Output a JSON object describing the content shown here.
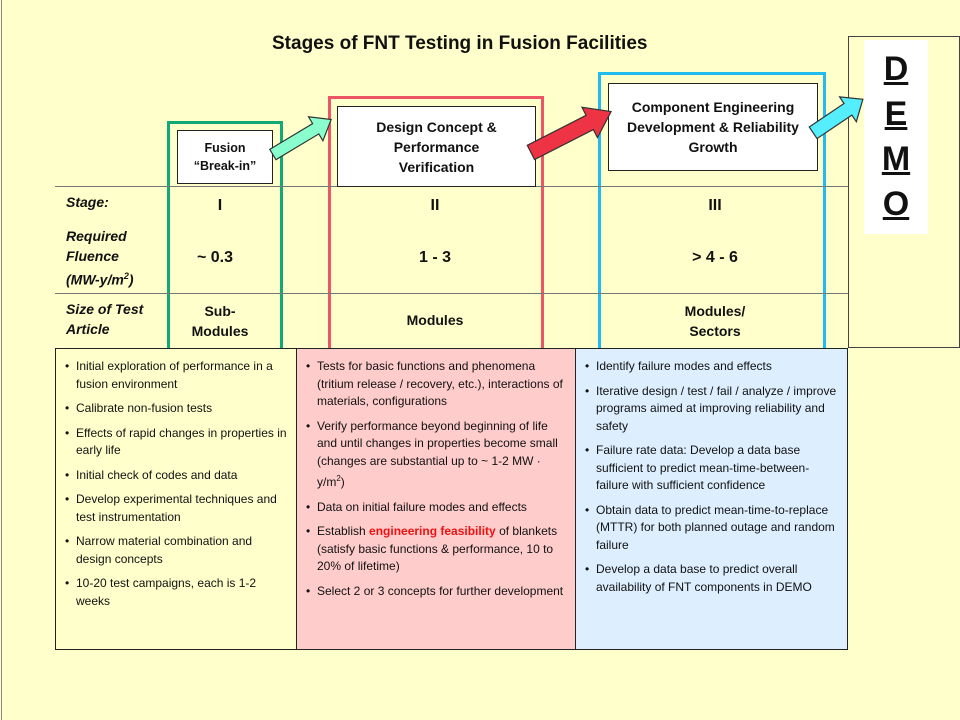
{
  "title": "Stages of FNT Testing in Fusion Facilities",
  "colors": {
    "background": "#ffffcc",
    "stage1_outline": "#11aa77",
    "stage2_outline": "#ee5566",
    "stage3_outline": "#22bbee",
    "panel1_fill": "#ffffcc",
    "panel2_fill": "#ffcccc",
    "panel3_fill": "#ddeeff",
    "arrow_green": "#88ffcc",
    "arrow_red": "#ee3344",
    "arrow_cyan": "#55eeff",
    "highlight_red": "#ee1111"
  },
  "stages": [
    {
      "box_lines": [
        "Fusion",
        "“Break-in”"
      ],
      "stage": "I",
      "fluence": "~ 0.3",
      "size_lines": [
        "Sub-",
        "Modules"
      ]
    },
    {
      "box_lines": [
        "Design Concept &",
        "Performance",
        "Verification"
      ],
      "stage": "II",
      "fluence": "1 - 3",
      "size_lines": [
        "Modules"
      ]
    },
    {
      "box_lines": [
        "Component Engineering",
        "Development & Reliability",
        "Growth"
      ],
      "stage": "III",
      "fluence": "> 4 - 6",
      "size_lines": [
        "Modules/",
        "Sectors"
      ]
    }
  ],
  "demo_letters": [
    "D",
    "E",
    "M",
    "O"
  ],
  "row_labels": {
    "stage": "Stage:",
    "fluence_lines": [
      "Required",
      "Fluence"
    ],
    "fluence_unit_pre": "(MW-y/m",
    "fluence_unit_sup": "2",
    "fluence_unit_post": ")",
    "size_lines": [
      "Size of Test",
      "Article"
    ]
  },
  "panel1": {
    "items": [
      "Initial exploration of performance in a fusion environment",
      "Calibrate non-fusion tests",
      "Effects of rapid changes in properties in early life",
      "Initial check of codes and data",
      "Develop experimental techniques and test instrumentation",
      "Narrow material combination and design concepts",
      "10-20 test campaigns, each is 1-2 weeks"
    ]
  },
  "panel2": {
    "item1": "Tests for basic functions and phenomena (tritium release / recovery, etc.), interactions of materials, configurations",
    "item2_pre": "Verify performance beyond beginning of life and until changes in properties become small (changes are substantial up to ~ 1-2  MW · y/m",
    "item2_sup": "2",
    "item2_post": ")",
    "item3": "Data on initial failure modes and effects",
    "item4_pre": "Establish ",
    "item4_highlight": "engineering feasibility",
    "item4_post": " of blankets (satisfy basic functions & performance, 10 to 20% of lifetime)",
    "item5": "Select 2 or 3 concepts for further development"
  },
  "panel3": {
    "items": [
      "Identify failure modes and effects",
      "Iterative design / test / fail / analyze / improve programs aimed at improving reliability and safety",
      "Failure rate data: Develop a data base sufficient to predict mean-time-between-failure with sufficient confidence",
      "Obtain data to predict mean-time-to-replace (MTTR) for both planned outage and random failure",
      "Develop a data base to predict overall availability of FNT components in DEMO"
    ]
  }
}
